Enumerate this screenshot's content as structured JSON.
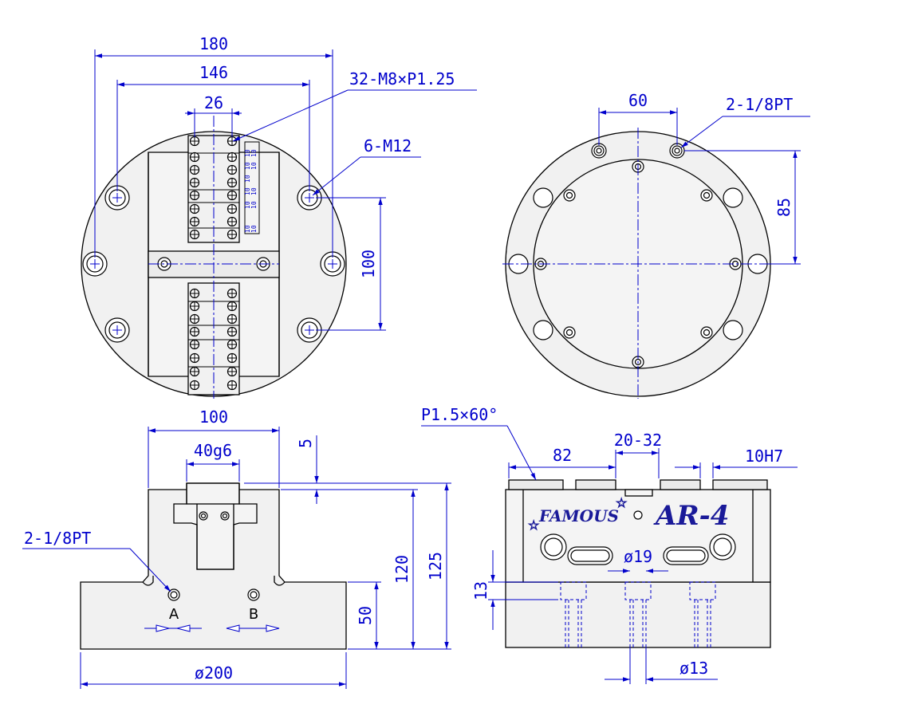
{
  "dimensions": {
    "top_left": {
      "width_180": "180",
      "width_146": "146",
      "width_26": "26",
      "tapped_holes": "32-M8×P1.25",
      "mount_holes": "6-M12",
      "height_100": "100",
      "pitch_label": "10"
    },
    "top_right": {
      "width_60": "60",
      "port": "2-1/8PT",
      "height_85": "85"
    },
    "bottom_left": {
      "width_100": "100",
      "key_40": "40g6",
      "gap_5": "5",
      "port": "2-1/8PT",
      "height_120": "120",
      "height_125": "125",
      "height_50": "50",
      "dia_200": "ø200",
      "port_a": "A",
      "port_b": "B"
    },
    "bottom_right": {
      "thread": "P1.5×60°",
      "width_82": "82",
      "slot_20_32": "20-32",
      "fit_10h7": "10H7",
      "dia_19": "ø19",
      "height_13": "13",
      "dia_13": "ø13"
    }
  },
  "branding": {
    "brand": "FAMOUS",
    "model": "AR-4"
  }
}
